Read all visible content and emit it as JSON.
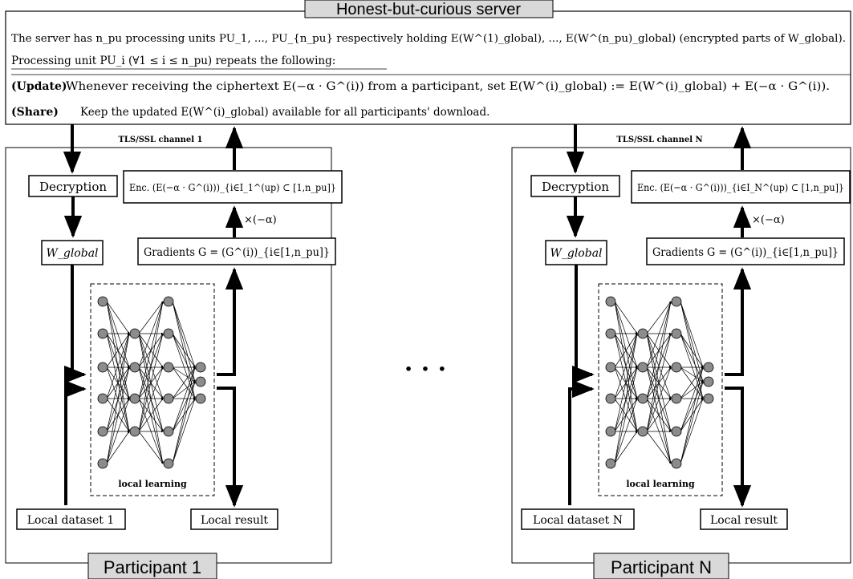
{
  "server": {
    "title": "Honest-but-curious server",
    "line1": "The server has n_pu processing units PU_1, ..., PU_{n_pu} respectively holding E(W^(1)_global), ..., E(W^(n_pu)_global) (encrypted parts of W_global).",
    "line2": "Processing unit PU_i (∀1 ≤ i ≤ n_pu) repeats the following:",
    "update_label": "(Update)",
    "update_text": "Whenever receiving the ciphertext E(−α · G^(i)) from a participant, set E(W^(i)_global) := E(W^(i)_global) + E(−α · G^(i)).",
    "share_label": "(Share)",
    "share_text": "Keep the updated E(W^(i)_global) available for all participants' download."
  },
  "participants": [
    {
      "name": "Participant 1",
      "channel": "TLS/SSL channel 1",
      "decryption": "Decryption",
      "w_global": "W_global",
      "enc": "Enc. (E(−α · G^(i)))_{i∈I_1^(up) ⊂ [1,n_pu]}",
      "multiplier": "×(−α)",
      "gradients": "Gradients G = (G^(i))_{i∈[1,n_pu]}",
      "local_learning": "local learning",
      "dataset": "Local dataset 1",
      "result": "Local result"
    },
    {
      "name": "Participant N",
      "channel": "TLS/SSL channel N",
      "decryption": "Decryption",
      "w_global": "W_global",
      "enc": "Enc. (E(−α · G^(i)))_{i∈I_N^(up) ⊂ [1,n_pu]}",
      "multiplier": "×(−α)",
      "gradients": "Gradients G = (G^(i))_{i∈[1,n_pu]}",
      "local_learning": "local learning",
      "dataset": "Local dataset N",
      "result": "Local result"
    }
  ],
  "ellipsis": "· · ·"
}
